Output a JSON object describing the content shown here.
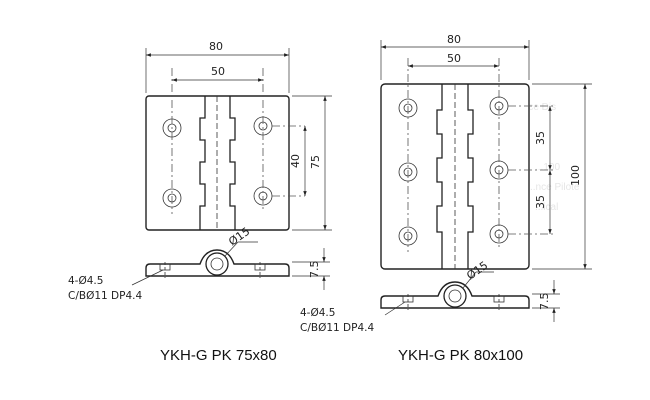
{
  "left": {
    "dim_width": "80",
    "dim_hole_spacing": "50",
    "dim_hole_vertical": "40",
    "dim_height": "75",
    "dim_knuckle_dia": "Ø15",
    "dim_thickness": "7.5",
    "hole_note_1": "4-Ø4.5",
    "hole_note_2": "C/BØ11 DP4.4",
    "caption": "YKH-G PK 75x80"
  },
  "right": {
    "dim_width": "80",
    "dim_hole_spacing": "50",
    "dim_hole_pitch_1": "35",
    "dim_hole_pitch_2": "35",
    "dim_height": "100",
    "dim_knuckle_dia": "Ø15",
    "dim_thickness": "7.5",
    "hole_note_1": "4-Ø4.5",
    "hole_note_2": "C/BØ11 DP4.4",
    "caption": "YKH-G PK 80x100"
  }
}
